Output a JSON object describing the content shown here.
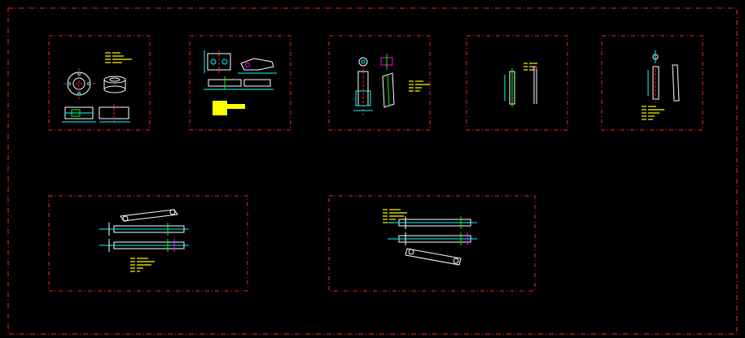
{
  "colors": {
    "background": "#000000",
    "frame": "#ff2020",
    "geometry": "#ffffff",
    "dimension": "#00ffff",
    "note": "#ffff00",
    "highlight": "#00ff00",
    "accent": "#ff00ff"
  },
  "drawing": {
    "sheet_count": 7,
    "sheets": [
      {
        "kind": "flange-ring",
        "has_notes": true,
        "has_title_block": false
      },
      {
        "kind": "bracket-profile",
        "has_notes": false,
        "has_title_block": true
      },
      {
        "kind": "vertical-housing",
        "has_notes": true,
        "has_title_block": false
      },
      {
        "kind": "rod-pair",
        "has_notes": true,
        "has_title_block": false
      },
      {
        "kind": "shaft-detail",
        "has_notes": true,
        "has_title_block": false
      },
      {
        "kind": "long-arm-left",
        "has_notes": true,
        "has_title_block": false
      },
      {
        "kind": "long-arm-right",
        "has_notes": true,
        "has_title_block": false
      }
    ]
  }
}
